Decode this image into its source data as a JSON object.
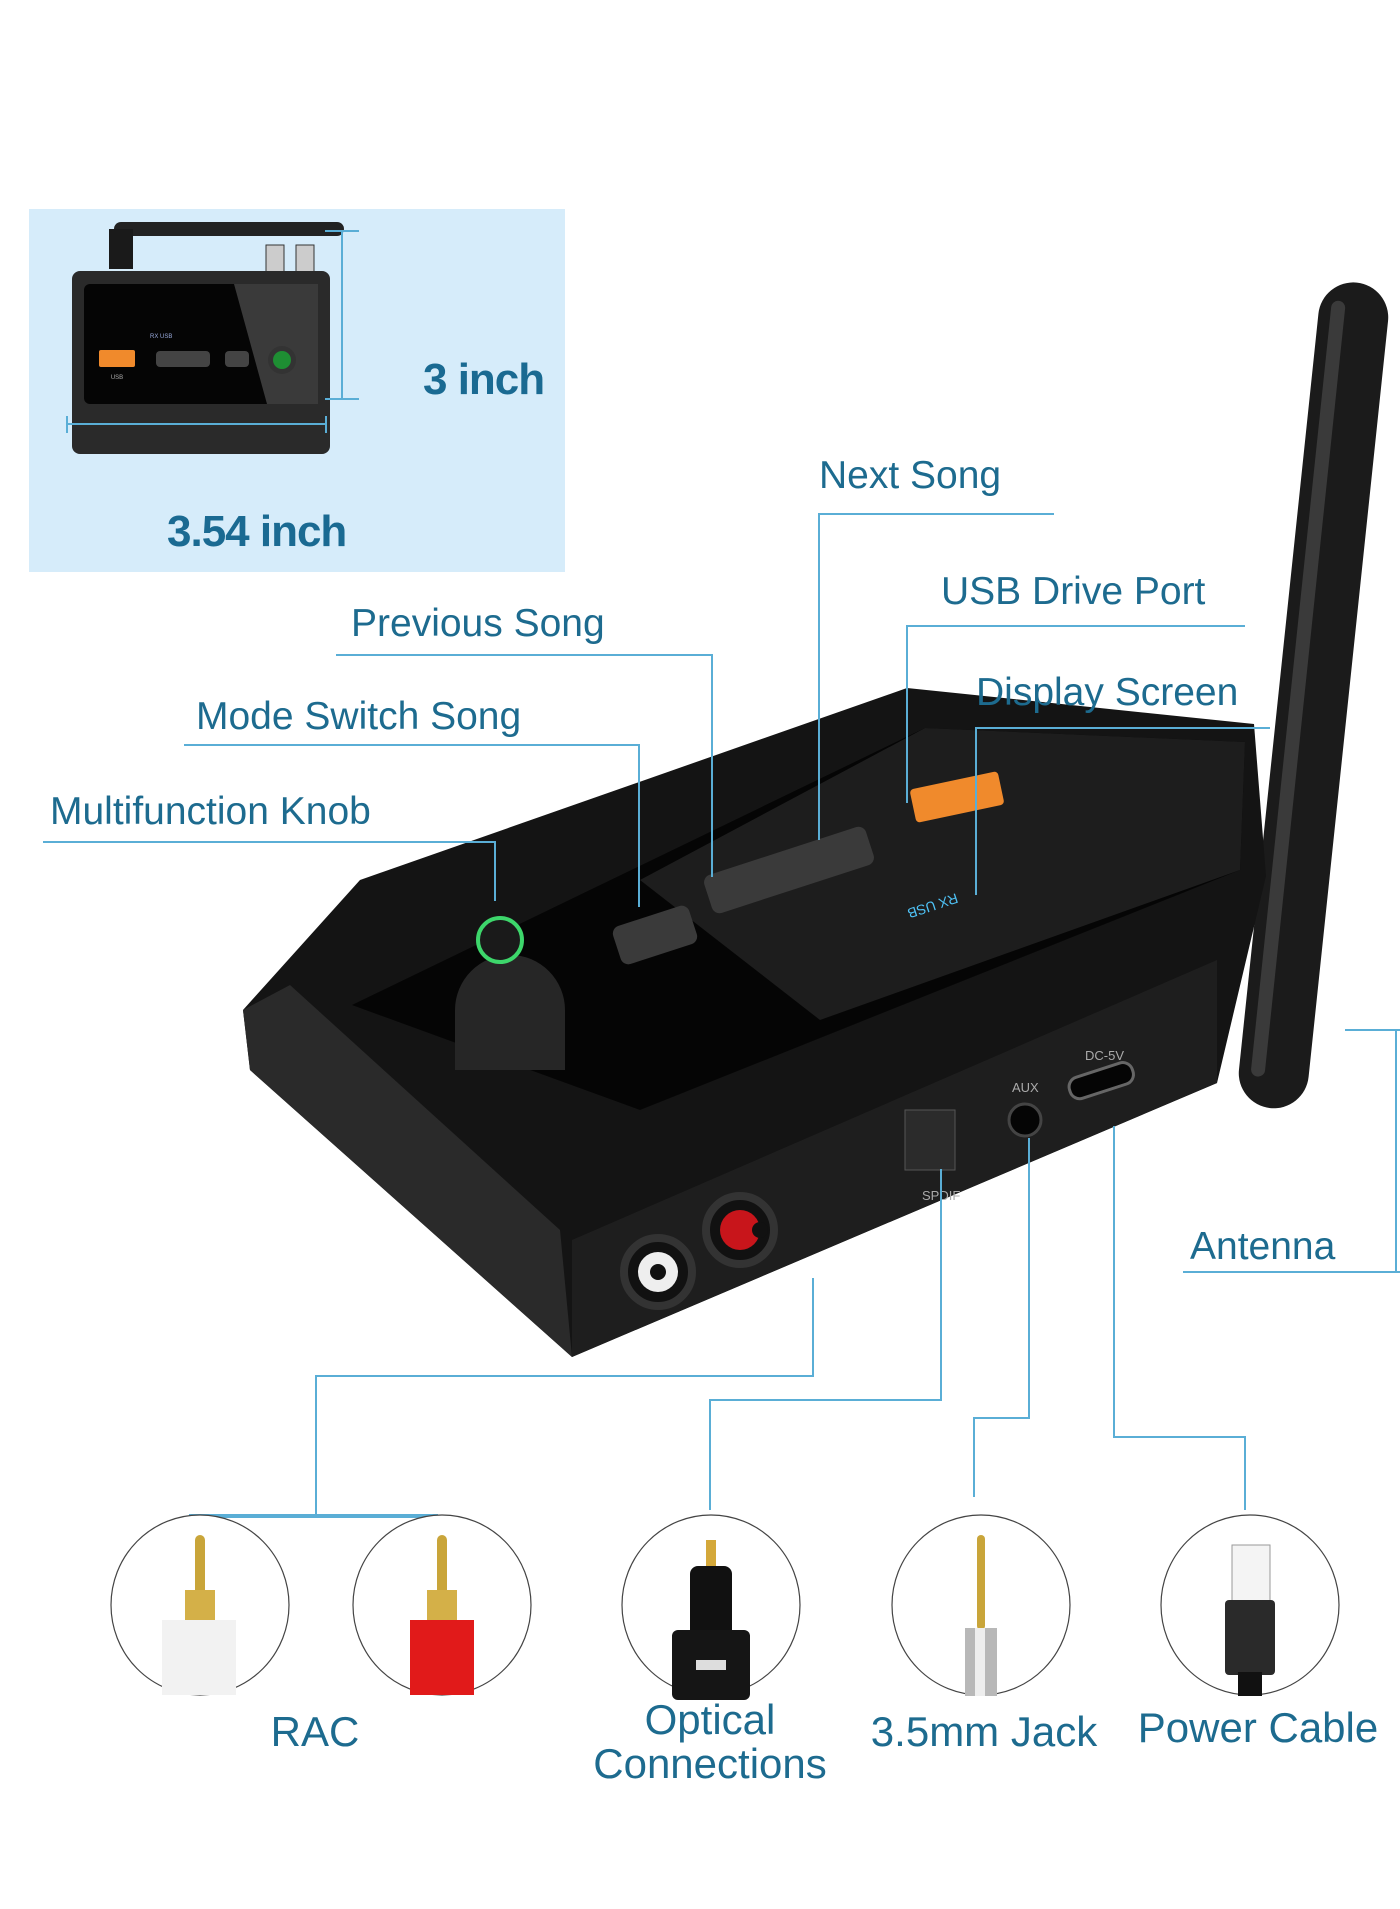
{
  "dimensions": {
    "height": "3 inch",
    "width": "3.54 inch"
  },
  "mini_device": {
    "display_text": "RX  USB",
    "port_label": "USB"
  },
  "callouts": {
    "next_song": "Next Song",
    "usb_drive_port": "USB Drive Port",
    "display_screen": "Display Screen",
    "previous_song": "Previous Song",
    "mode_switch_song": "Mode Switch Song",
    "multifunction_knob": "Multifunction Knob",
    "antenna": "Antenna"
  },
  "device_labels": {
    "aux": "AUX",
    "dc": "DC-5V",
    "spdif": "SPDIF",
    "display": "RX  USB"
  },
  "connectors": [
    {
      "label": "RAC"
    },
    {
      "label_line1": "Optical",
      "label_line2": "Connections"
    },
    {
      "label": "3.5mm Jack"
    },
    {
      "label": "Power Cable"
    }
  ],
  "colors": {
    "label_text": "#1d6b8f",
    "leader_line": "#5aaed6",
    "dimension_panel": "#d6ecfa",
    "usb_port": "#f08a2c",
    "display_glow": "#4fc3f7",
    "knob_ring": "#3dd66b"
  }
}
